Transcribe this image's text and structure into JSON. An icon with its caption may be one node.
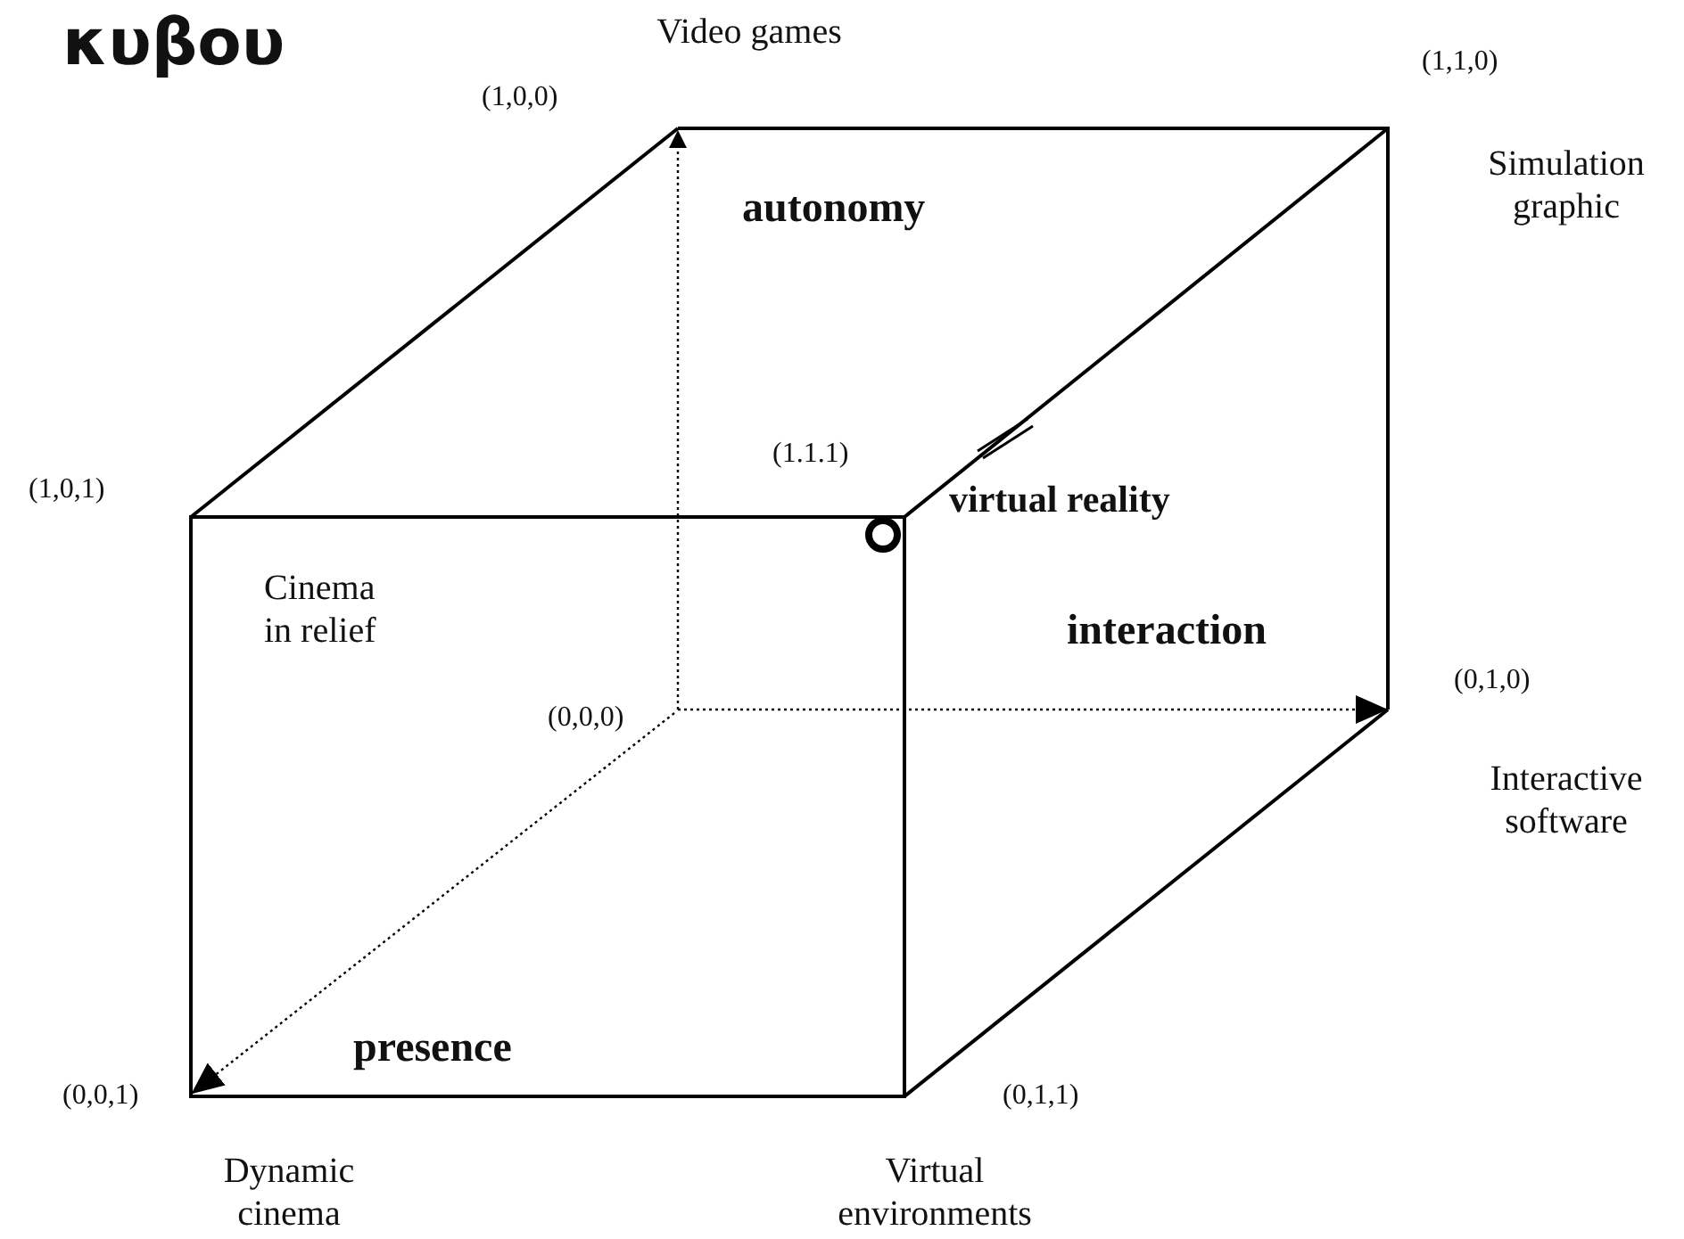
{
  "diagram": {
    "title": "κυβου",
    "labels": [
      "Video games",
      "(1,1,0)",
      "(1,0,0)",
      "Simulation graphic",
      "autonomy",
      "(1,0,1)",
      "(1.1.1)",
      "virtual reality",
      "Cinema in relief",
      "interaction",
      "(0,1,0)",
      "(0,0,0)",
      "Interactive software",
      "presence",
      "(0,0,1)",
      "(0,1,1)",
      "Dynamic cinema",
      "Virtual environments"
    ]
  }
}
